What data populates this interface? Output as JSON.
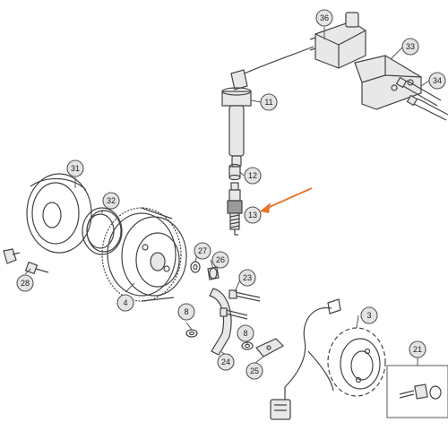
{
  "callouts": [
    {
      "id": "c36",
      "label": "36"
    },
    {
      "id": "c33",
      "label": "33"
    },
    {
      "id": "c34",
      "label": "34"
    },
    {
      "id": "c11",
      "label": "11"
    },
    {
      "id": "c31",
      "label": "31"
    },
    {
      "id": "c12",
      "label": "12"
    },
    {
      "id": "c13",
      "label": "13"
    },
    {
      "id": "c32",
      "label": "32"
    },
    {
      "id": "c27",
      "label": "27"
    },
    {
      "id": "c26",
      "label": "26"
    },
    {
      "id": "c28",
      "label": "28"
    },
    {
      "id": "c4",
      "label": "4"
    },
    {
      "id": "c23",
      "label": "23"
    },
    {
      "id": "c3",
      "label": "3"
    },
    {
      "id": "c8a",
      "label": "8"
    },
    {
      "id": "c8b",
      "label": "8"
    },
    {
      "id": "c24",
      "label": "24"
    },
    {
      "id": "c25",
      "label": "25"
    },
    {
      "id": "c21",
      "label": "21"
    }
  ],
  "colors": {
    "highlight": "#e8752a",
    "line": "#444444",
    "callout_fill": "#e4e4e4"
  }
}
